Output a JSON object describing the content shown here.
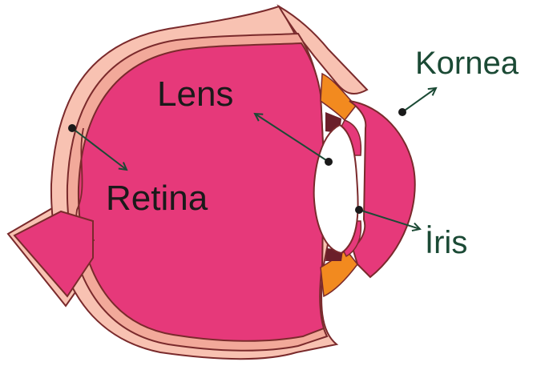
{
  "diagram": {
    "labels": {
      "lens": "Lens",
      "retina": "Retina",
      "cornea": "Kornea",
      "iris": "İris"
    },
    "colors": {
      "eyeball": "#e6397a",
      "sclera": "#f8c2b2",
      "outline": "#7a2a2c",
      "lens_fill": "#ffffff",
      "iris_tissue": "#f28a1f",
      "label_black": "#1a1a1a",
      "label_green": "#1b4a35",
      "pointer": "#1b4a35"
    }
  }
}
